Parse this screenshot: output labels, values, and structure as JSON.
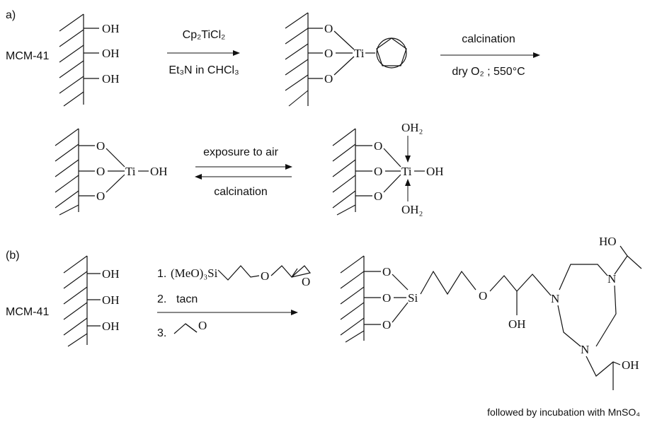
{
  "panel_a": {
    "label": "a)",
    "support_label": "MCM-41",
    "oh": [
      "OH",
      "OH",
      "OH"
    ],
    "step1": {
      "top": "Cp₂TiCl₂",
      "bottom": "Et₃N in CHCl₃"
    },
    "grafted": {
      "o": [
        "O",
        "O",
        "O"
      ],
      "metal": "Ti"
    },
    "step2": {
      "top": "calcination",
      "bottom": "dry O₂ ; 550°C"
    },
    "tetrahedral": {
      "o": [
        "O",
        "O",
        "O"
      ],
      "metal": "Ti",
      "oh": "OH"
    },
    "equilibrium": {
      "forward": "exposure to air",
      "reverse": "calcination"
    },
    "octahedral": {
      "o": [
        "O",
        "O",
        "O"
      ],
      "metal": "Ti",
      "oh": "OH",
      "water_top": "OH₂",
      "water_bottom": "OH₂"
    }
  },
  "panel_b": {
    "label": "(b)",
    "support_label": "MCM-41",
    "oh": [
      "OH",
      "OH",
      "OH"
    ],
    "steps": [
      "1.",
      "2.",
      "3."
    ],
    "step1_reagent": "(MeO)₃Si",
    "step1_ether_o": "O",
    "step1_epoxide_o": "O",
    "step2_reagent": "tacn",
    "step3_epoxide_o": "O",
    "product": {
      "o": [
        "O",
        "O",
        "O"
      ],
      "si": "Si",
      "ether_o": "O",
      "oh_low": "OH",
      "n": [
        "N",
        "N",
        "N"
      ],
      "ho_top": "HO",
      "oh_right": "OH"
    },
    "footnote": "followed by incubation with MnSO₄"
  }
}
